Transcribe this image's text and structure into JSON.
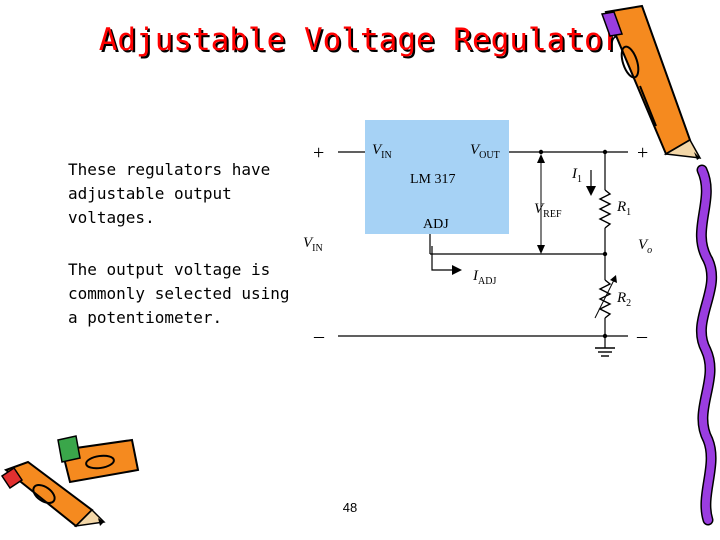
{
  "slide": {
    "title": "Adjustable Voltage Regulator",
    "paragraph1": "These regulators have adjustable output voltages.",
    "paragraph2": "The output voltage is commonly selected using a potentiometer.",
    "page_number": "48"
  },
  "circuit": {
    "chip_name": "LM 317",
    "vin_main": "V",
    "vin_sub": "IN",
    "vout_main": "V",
    "vout_sub": "OUT",
    "adj": "ADJ",
    "vin_left_main": "V",
    "vin_left_sub": "IN",
    "i1_main": "I",
    "i1_sub": "1",
    "vref_main": "V",
    "vref_sub": "REF",
    "r1_main": "R",
    "r1_sub": "1",
    "r2_main": "R",
    "r2_sub": "2",
    "vo_main": "V",
    "vo_sub": "o",
    "iadj_main": "I",
    "iadj_sub": "ADJ",
    "plus_left": "+",
    "plus_right": "+",
    "minus_left": "–",
    "minus_right": "–"
  },
  "colors": {
    "title": "#ff0000",
    "chip_fill": "#a6d2f5",
    "pencil_orange": "#f58a1f",
    "pencil_purple": "#9a3de0"
  }
}
